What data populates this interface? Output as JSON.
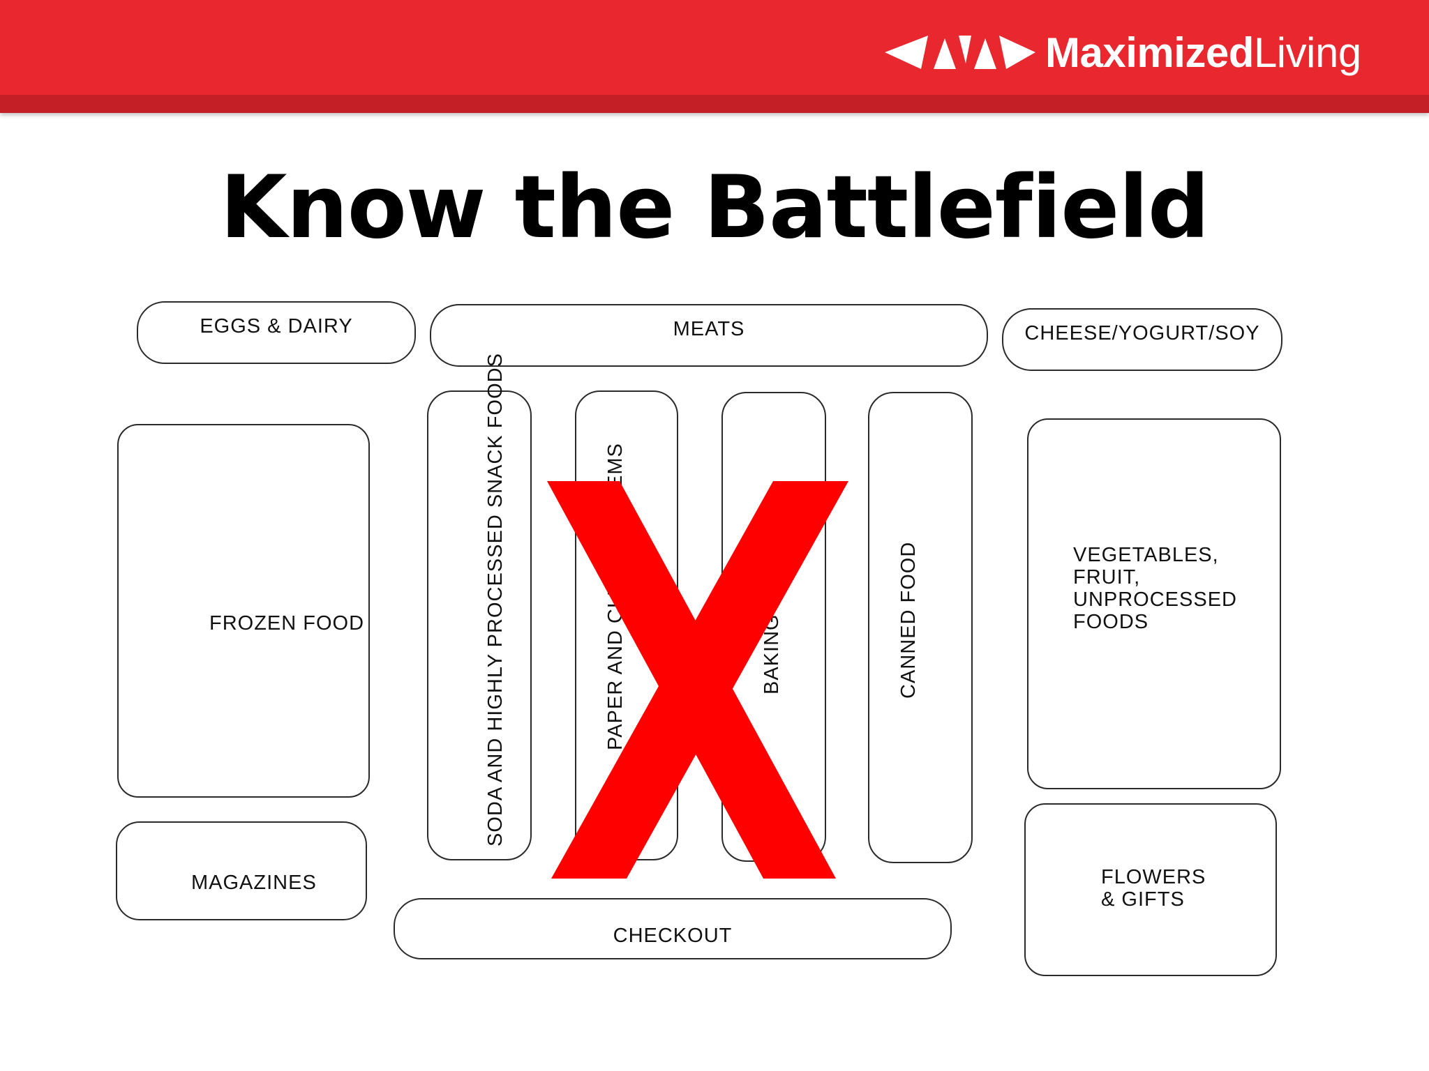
{
  "brand": {
    "name_bold": "Maximized",
    "name_light": "Living",
    "banner_color": "#e8272f",
    "logo_icon": "maximized-living-logo-mark"
  },
  "title": "Know the Battlefield",
  "sections": {
    "eggs_dairy": "EGGS & DAIRY",
    "meats": "MEATS",
    "cheese": "CHEESE/YOGURT/SOY",
    "frozen": "FROZEN FOOD",
    "snack": "SODA AND HIGHLY PROCESSED SNACK FOODS",
    "paper": "PAPER AND CLEANING ITEMS",
    "baking": "BAKING ITEMS",
    "canned": "CANNED FOOD",
    "vegetables": "VEGETABLES,\nFRUIT,\nUNPROCESSED\nFOODS",
    "magazines": "MAGAZINES",
    "checkout": "CHECKOUT",
    "flowers": "FLOWERS\n& GIFTS"
  },
  "overlay": {
    "mark": "X",
    "color": "#ff0000"
  }
}
